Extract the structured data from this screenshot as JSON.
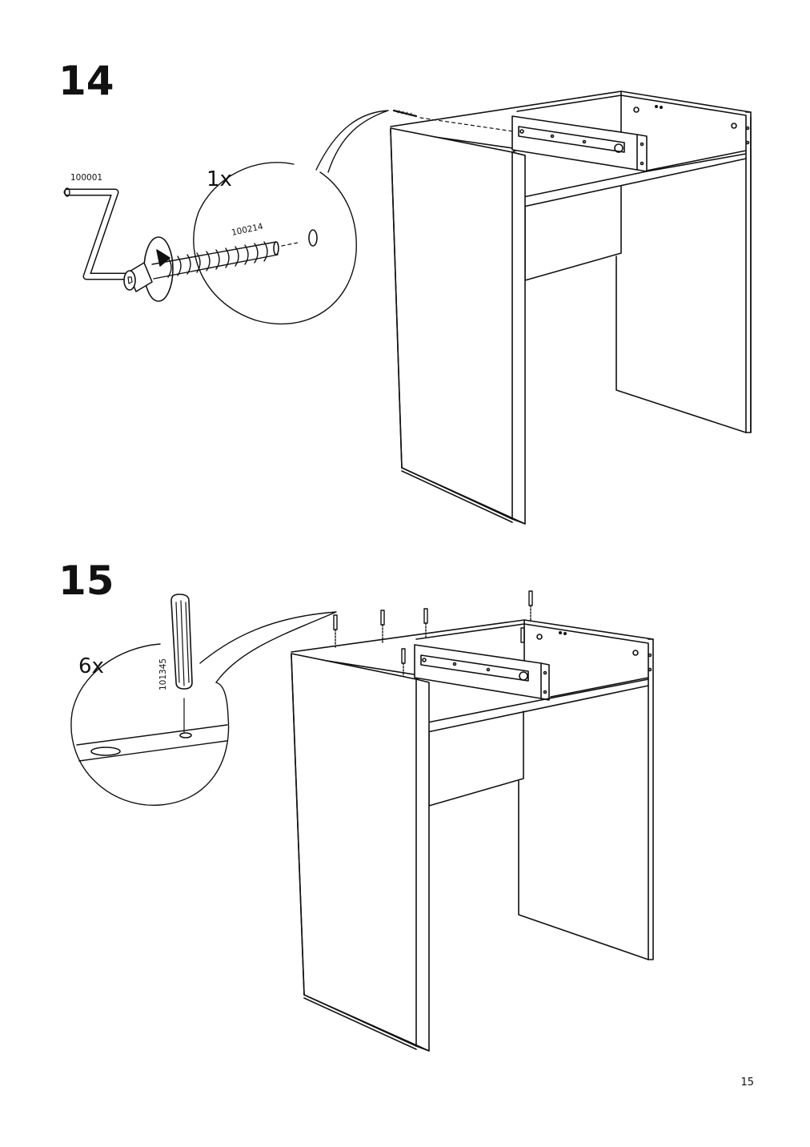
{
  "steps": [
    {
      "number": "14",
      "quantity": "1x",
      "parts": {
        "tool": "100001",
        "screw": "100214"
      }
    },
    {
      "number": "15",
      "quantity": "6x",
      "parts": {
        "dowel": "101345"
      }
    }
  ],
  "page_number": "15",
  "icons": {
    "step14": [
      "hex-key-icon",
      "rotate-arrow-icon",
      "screw-icon",
      "desk-frame-illustration"
    ],
    "step15": [
      "wooden-dowel-icon",
      "desk-frame-illustration"
    ]
  }
}
